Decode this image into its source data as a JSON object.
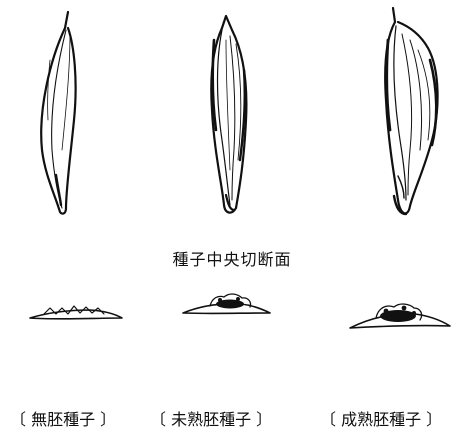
{
  "section_label": "種子中央切断面",
  "captions": [
    "〔 無胚種子 〕",
    "〔 未熟胚種子 〕",
    "〔 成熟胚種子 〕"
  ]
}
